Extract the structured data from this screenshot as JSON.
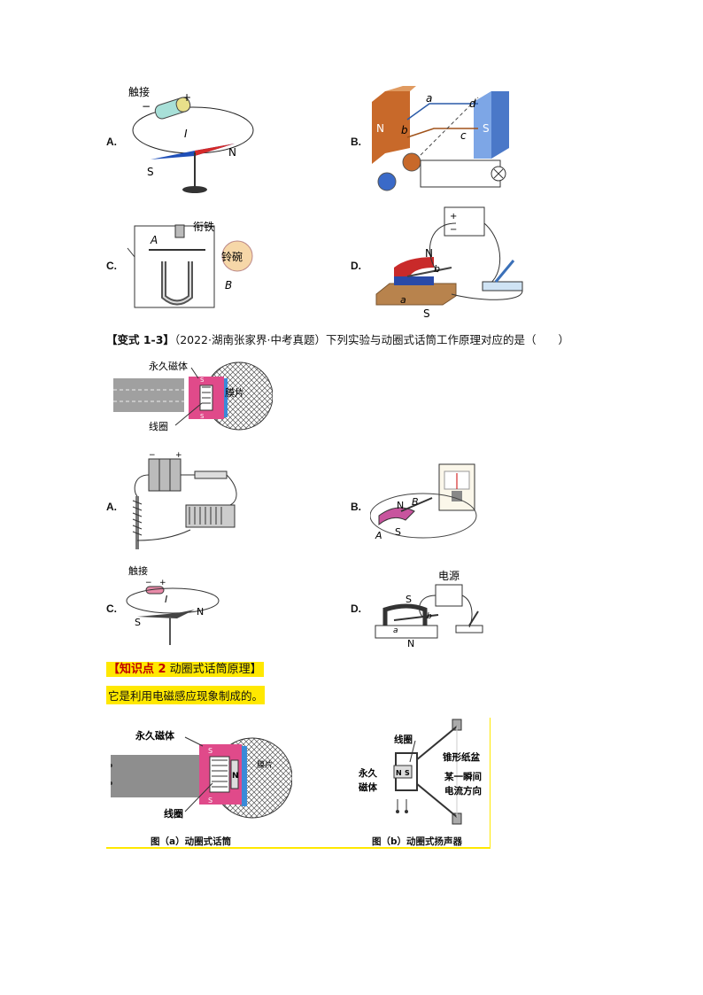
{
  "options_top": {
    "a": {
      "letter": "A.",
      "touch": "触接",
      "current": "I",
      "s": "S",
      "n": "N",
      "plus": "+",
      "minus": "−"
    },
    "b": {
      "letter": "B.",
      "n": "N",
      "s": "S",
      "a": "a",
      "b": "b",
      "c": "c",
      "d": "d"
    },
    "c": {
      "letter": "C.",
      "armature": "衔铁",
      "bell": "铃碗",
      "a": "A",
      "b": "B"
    },
    "d": {
      "letter": "D.",
      "n": "N",
      "s": "S",
      "a": "a",
      "b": "b",
      "plus": "+",
      "minus": "−"
    }
  },
  "question": {
    "tag": "【变式 1-3】",
    "source": "（2022·湖南张家界·中考真题）",
    "text": "下列实验与动圈式话筒工作原理对应的是（　　）"
  },
  "mic_figure": {
    "magnet": "永久磁体",
    "coil": "线圈",
    "diaphragm": "膜片",
    "s": "S"
  },
  "options_bottom": {
    "a": {
      "letter": "A.",
      "plus": "+",
      "minus": "−"
    },
    "b": {
      "letter": "B.",
      "n": "N",
      "s": "S",
      "a": "A",
      "b": "B"
    },
    "c": {
      "letter": "C.",
      "touch": "触接",
      "current": "I",
      "s": "S",
      "n": "N",
      "plus": "+",
      "minus": "−"
    },
    "d": {
      "letter": "D.",
      "power": "电源",
      "s": "S",
      "n": "N",
      "a": "a",
      "b": "b"
    }
  },
  "knowledge": {
    "tag": "【知识点 2",
    "title": "动圈式话筒原理】",
    "statement": "它是利用电磁感应现象制成的。"
  },
  "bottom_figures": {
    "a": {
      "magnet": "永久磁体",
      "coil": "线圈",
      "diaphragm": "膜片",
      "s": "S",
      "n": "N",
      "caption": "图（a）动圈式话筒"
    },
    "b": {
      "coil": "线圈",
      "magnet": "永久磁体",
      "magnet_1": "永久",
      "magnet_2": "磁体",
      "cone": "锥形纸盆",
      "moment": "某一瞬间",
      "direction": "电流方向",
      "n": "N",
      "s": "S",
      "caption": "图（b）动圈式扬声器"
    }
  }
}
